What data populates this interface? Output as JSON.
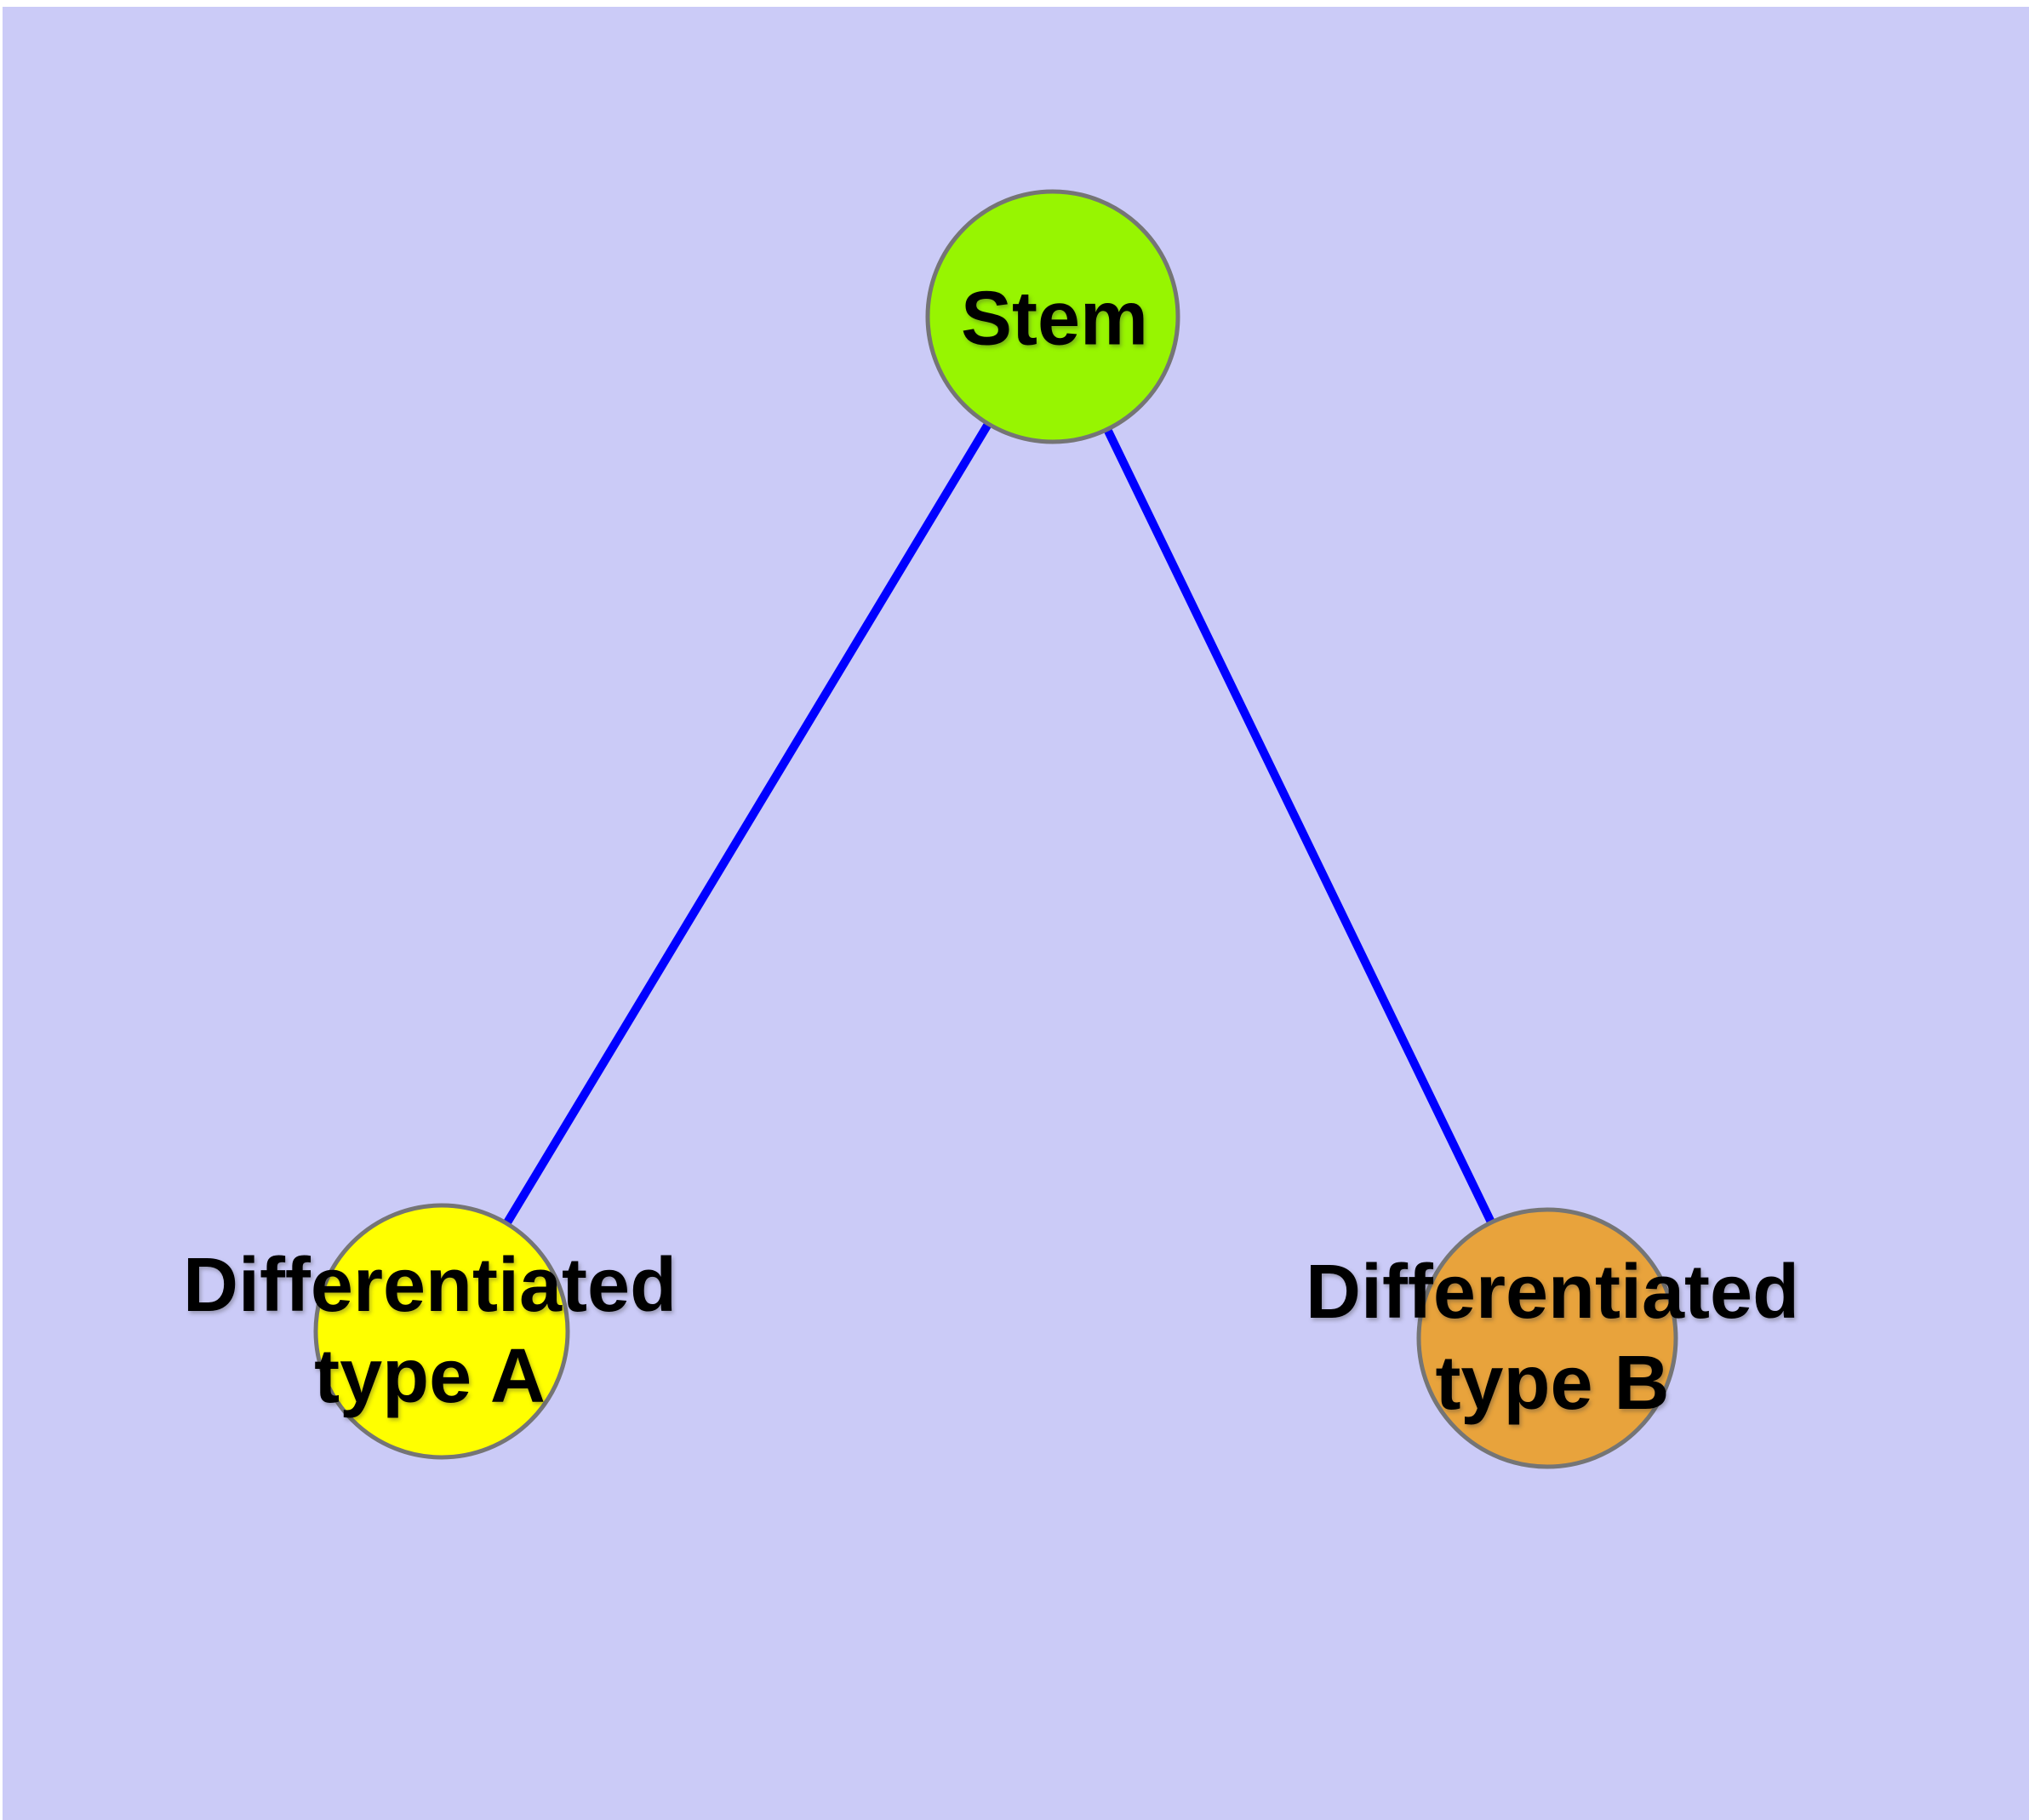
{
  "diagram": {
    "type": "node-link-graph",
    "background_color": "#cbcbf7",
    "page_margin_color": "#ffffff",
    "edge_color": "#0000ff",
    "node_border_color": "#757575",
    "label_text_color": "#000000",
    "nodes": [
      {
        "id": "stem",
        "label": "Stem",
        "fill": "#97f501"
      },
      {
        "id": "differentiated-type-a",
        "label": "Differentiated\ntype A",
        "fill": "#ffff00"
      },
      {
        "id": "differentiated-type-b",
        "label": "Differentiated\ntype B",
        "fill": "#e8a33c"
      }
    ],
    "edges": [
      {
        "from": "Stem",
        "to": "Differentiated type A"
      },
      {
        "from": "Stem",
        "to": "Differentiated type B"
      }
    ]
  }
}
